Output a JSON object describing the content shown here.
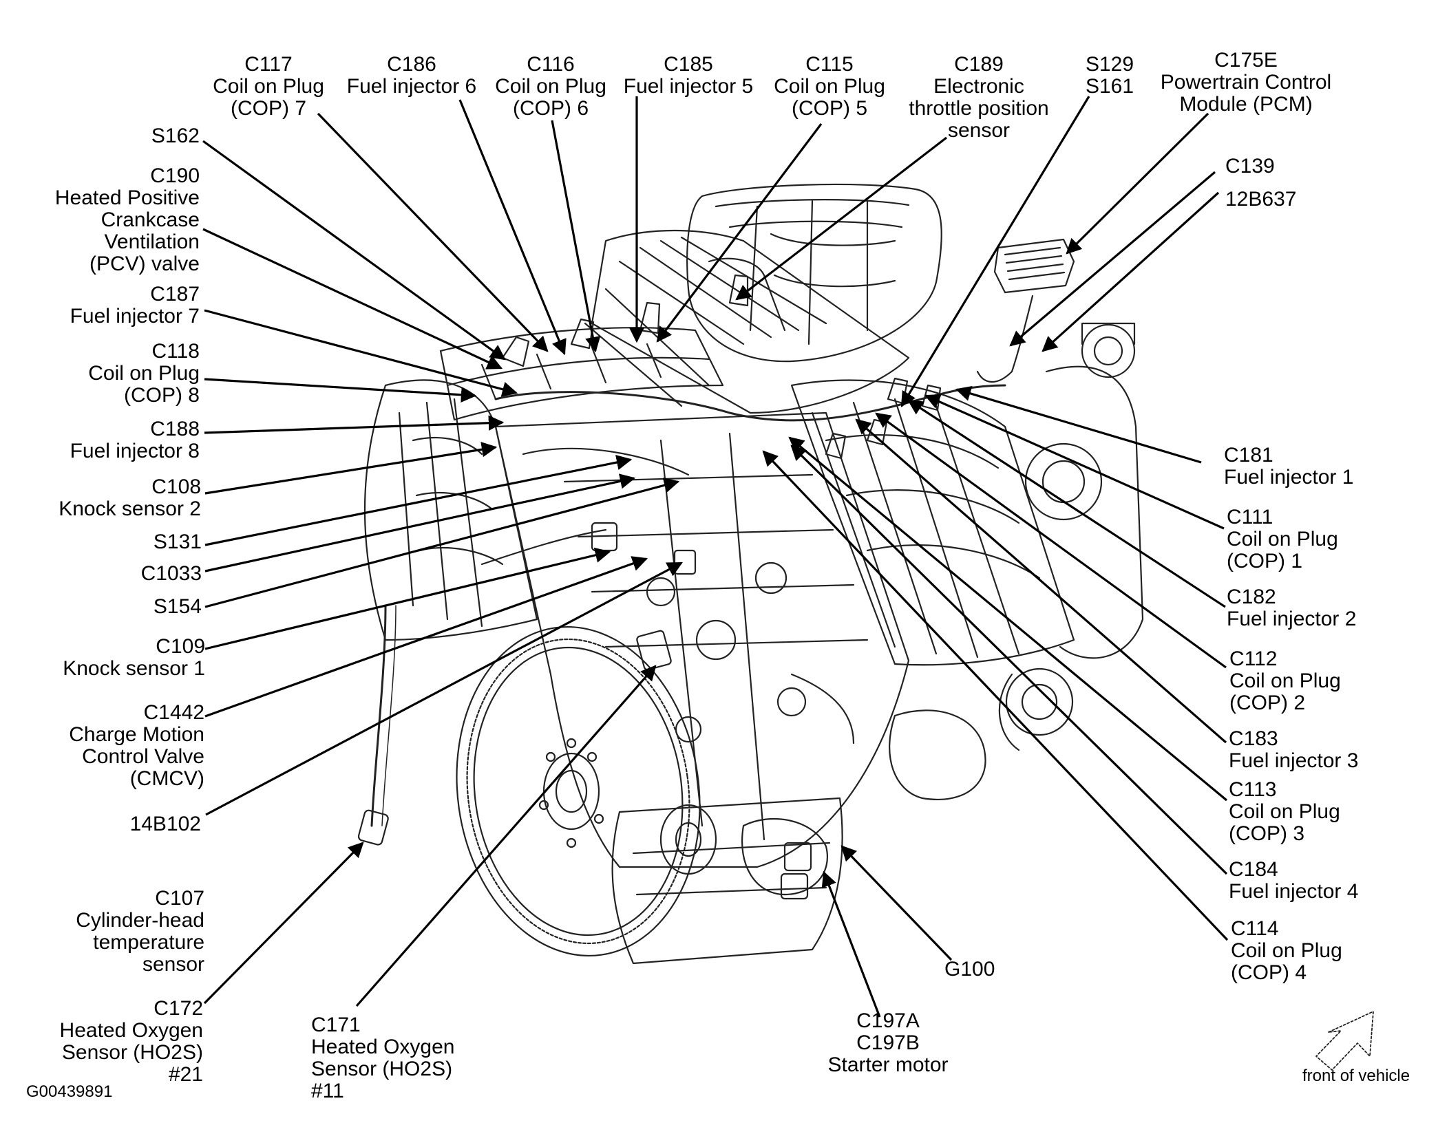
{
  "figure_id": "G00439891",
  "orientation_label": "front of vehicle",
  "labels": [
    {
      "id": "c117",
      "lines": [
        "C117",
        "Coil on Plug",
        "(COP) 7"
      ]
    },
    {
      "id": "c186",
      "lines": [
        "C186",
        "Fuel injector 6"
      ]
    },
    {
      "id": "c116",
      "lines": [
        "C116",
        "Coil on Plug",
        "(COP) 6"
      ]
    },
    {
      "id": "c185",
      "lines": [
        "C185",
        "Fuel injector 5"
      ]
    },
    {
      "id": "c115",
      "lines": [
        "C115",
        "Coil on Plug",
        "(COP) 5"
      ]
    },
    {
      "id": "c189",
      "lines": [
        "C189",
        "Electronic",
        "throttle position",
        "sensor"
      ]
    },
    {
      "id": "s129",
      "lines": [
        "S129",
        "S161"
      ]
    },
    {
      "id": "c175e",
      "lines": [
        "C175E",
        "Powertrain Control",
        "Module (PCM)"
      ]
    },
    {
      "id": "c139",
      "lines": [
        "C139"
      ]
    },
    {
      "id": "b12b637",
      "lines": [
        "12B637"
      ]
    },
    {
      "id": "s162",
      "lines": [
        "S162"
      ]
    },
    {
      "id": "c190",
      "lines": [
        "C190",
        "Heated Positive",
        "Crankcase",
        "Ventilation",
        "(PCV) valve"
      ]
    },
    {
      "id": "c187",
      "lines": [
        "C187",
        "Fuel injector 7"
      ]
    },
    {
      "id": "c118",
      "lines": [
        "C118",
        "Coil on Plug",
        "(COP) 8"
      ]
    },
    {
      "id": "c188",
      "lines": [
        "C188",
        "Fuel injector 8"
      ]
    },
    {
      "id": "c108",
      "lines": [
        "C108",
        "Knock sensor 2"
      ]
    },
    {
      "id": "s131",
      "lines": [
        "S131"
      ]
    },
    {
      "id": "c1033",
      "lines": [
        "C1033"
      ]
    },
    {
      "id": "s154",
      "lines": [
        "S154"
      ]
    },
    {
      "id": "c109",
      "lines": [
        "C109",
        "Knock sensor 1"
      ]
    },
    {
      "id": "c1442",
      "lines": [
        "C1442",
        "Charge Motion",
        "Control Valve",
        "(CMCV)"
      ]
    },
    {
      "id": "b14b102",
      "lines": [
        "14B102"
      ]
    },
    {
      "id": "c107",
      "lines": [
        "C107",
        "Cylinder-head",
        "temperature",
        "sensor"
      ]
    },
    {
      "id": "c172",
      "lines": [
        "C172",
        "Heated Oxygen",
        "Sensor (HO2S)",
        "#21"
      ]
    },
    {
      "id": "c171",
      "lines": [
        "C171",
        "Heated Oxygen",
        "Sensor (HO2S)",
        "#11"
      ]
    },
    {
      "id": "c197",
      "lines": [
        "C197A",
        "C197B",
        "Starter motor"
      ]
    },
    {
      "id": "g100",
      "lines": [
        "G100"
      ]
    },
    {
      "id": "c181",
      "lines": [
        "C181",
        "Fuel injector 1"
      ]
    },
    {
      "id": "c111",
      "lines": [
        "C111",
        "Coil on Plug",
        "(COP) 1"
      ]
    },
    {
      "id": "c182",
      "lines": [
        "C182",
        "Fuel injector 2"
      ]
    },
    {
      "id": "c112",
      "lines": [
        "C112",
        "Coil on Plug",
        "(COP) 2"
      ]
    },
    {
      "id": "c183",
      "lines": [
        "C183",
        "Fuel injector 3"
      ]
    },
    {
      "id": "c113",
      "lines": [
        "C113",
        "Coil on Plug",
        "(COP) 3"
      ]
    },
    {
      "id": "c184",
      "lines": [
        "C184",
        "Fuel injector 4"
      ]
    },
    {
      "id": "c114",
      "lines": [
        "C114",
        "Coil on Plug",
        "(COP) 4"
      ]
    }
  ]
}
